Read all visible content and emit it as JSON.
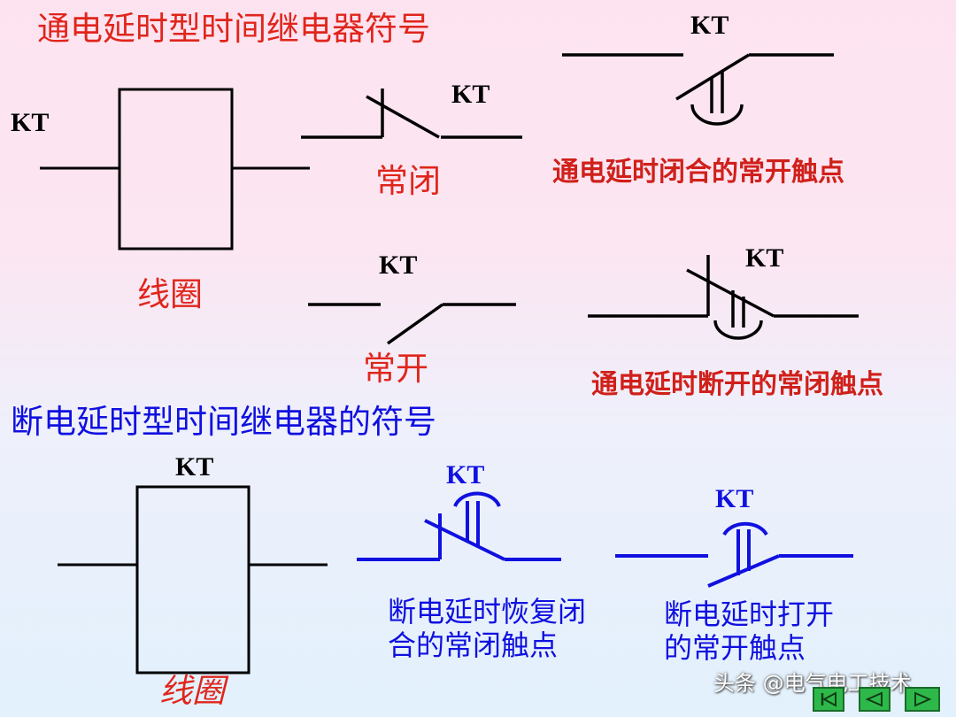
{
  "titles": {
    "on_delay": "通电延时型时间继电器符号",
    "off_delay": "断电延时型时间继电器的符号"
  },
  "labels": {
    "kt": "KT",
    "coil": "线圈",
    "nc": "常闭",
    "no": "常开",
    "on_delay_no": "通电延时闭合的常开触点",
    "on_delay_nc": "通电延时断开的常闭触点",
    "off_delay_nc_line1": "断电延时恢复闭",
    "off_delay_nc_line2": "合的常闭触点",
    "off_delay_no_line1": "断电延时打开",
    "off_delay_no_line2": "的常开触点"
  },
  "watermark": "头条 @电气电工技术",
  "colors": {
    "red": "#e0251c",
    "blue": "#1010e0",
    "black": "#000000"
  },
  "nav_icons": [
    "nav-first-icon",
    "nav-prev-icon",
    "nav-next-icon"
  ]
}
